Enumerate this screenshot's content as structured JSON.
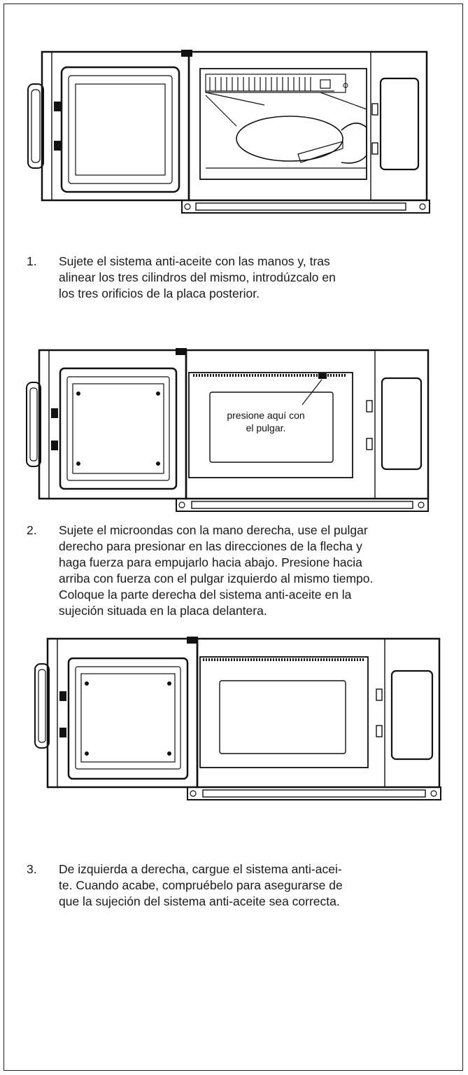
{
  "steps": [
    {
      "number": "1.",
      "lines": [
        "Sujete el sistema anti-aceite con las manos y, tras",
        "alinear los tres cilindros del mismo, introdúzcalo en",
        "los tres orificios de la placa posterior."
      ]
    },
    {
      "number": "2.",
      "lines": [
        "Sujete el microondas con la mano derecha, use el pulgar",
        "derecho para presionar en las direcciones de la flecha y",
        "haga fuerza para empujarlo hacia abajo. Presione hacia",
        "arriba con fuerza con el pulgar izquierdo al mismo tiempo.",
        "Coloque la parte derecha del sistema anti-aceite en la",
        "sujeción situada en la placa delantera."
      ]
    },
    {
      "number": "3.",
      "lines": [
        "De izquierda a derecha, cargue el sistema anti-acei-",
        "te. Cuando acabe, compruébelo para asegurarse de",
        "que la sujeción del sistema anti-aceite sea correcta."
      ]
    }
  ],
  "figures": {
    "fig2_callout": [
      "presione aquí con",
      "el pulgar."
    ]
  }
}
